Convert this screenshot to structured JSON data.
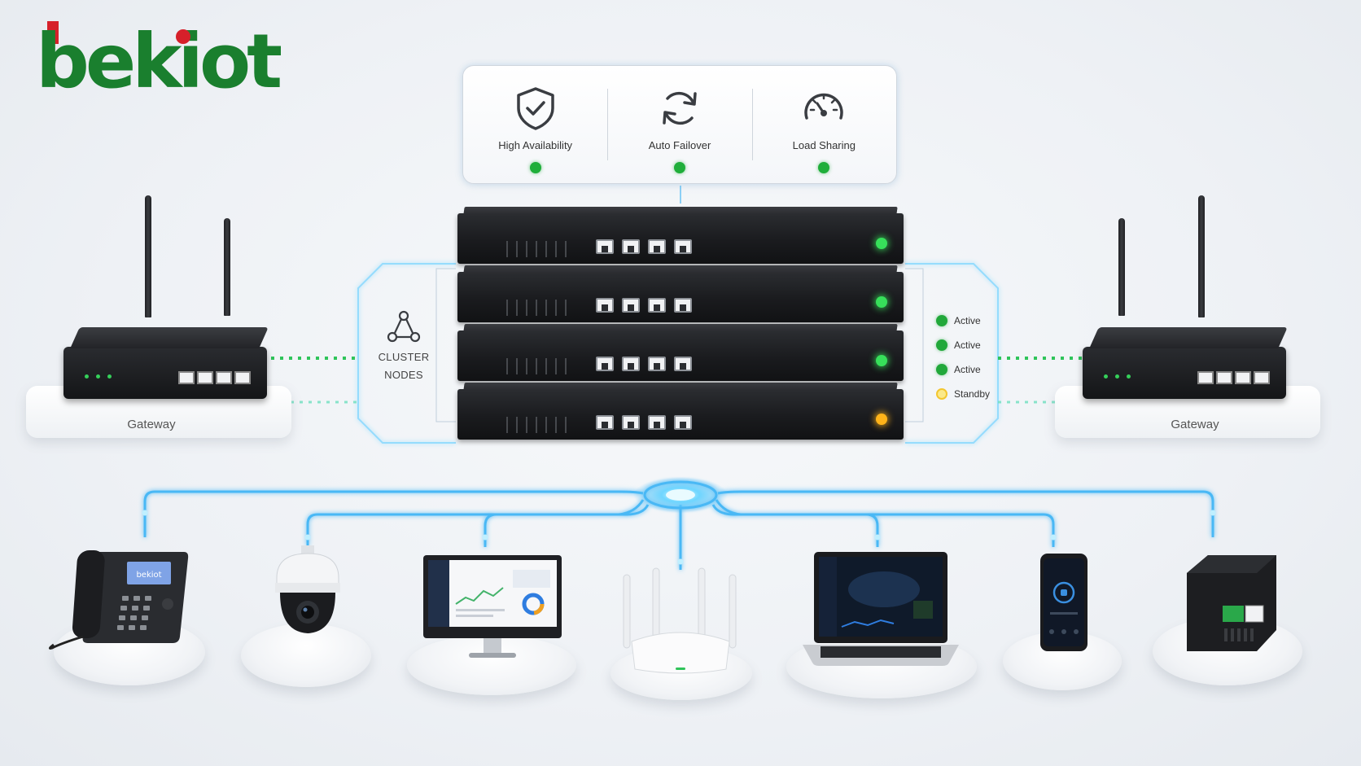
{
  "brand": {
    "name": "bekiot",
    "logo_color": "#1a7f2e",
    "accent_color": "#d6202a"
  },
  "features": [
    {
      "label": "High Availability",
      "icon": "shield-check-icon",
      "status_color": "#1fae3a"
    },
    {
      "label": "Auto Failover",
      "icon": "refresh-icon",
      "status_color": "#1fae3a"
    },
    {
      "label": "Load Sharing",
      "icon": "speedometer-icon",
      "status_color": "#1fae3a"
    }
  ],
  "cluster": {
    "label_line1": "CLUSTER",
    "label_line2": "NODES",
    "icon": "cluster-nodes-icon",
    "nodes": [
      {
        "status": "Active",
        "led_color": "#37e05a"
      },
      {
        "status": "Active",
        "led_color": "#37e05a"
      },
      {
        "status": "Active",
        "led_color": "#37e05a"
      },
      {
        "status": "Standby",
        "led_color": "#ffb319"
      }
    ]
  },
  "gateways": [
    {
      "label": "Gateway"
    },
    {
      "label": "Gateway"
    }
  ],
  "devices": [
    {
      "type": "ip-phone",
      "screen_text": "bekiot"
    },
    {
      "type": "ptz-camera"
    },
    {
      "type": "desktop-monitor"
    },
    {
      "type": "wifi-router"
    },
    {
      "type": "laptop"
    },
    {
      "type": "smartphone"
    },
    {
      "type": "io-module"
    }
  ],
  "colors": {
    "link_green": "#2fc45a",
    "link_blue": "#49b8f5",
    "active": "#21a83a",
    "standby": "#f3c62f"
  }
}
